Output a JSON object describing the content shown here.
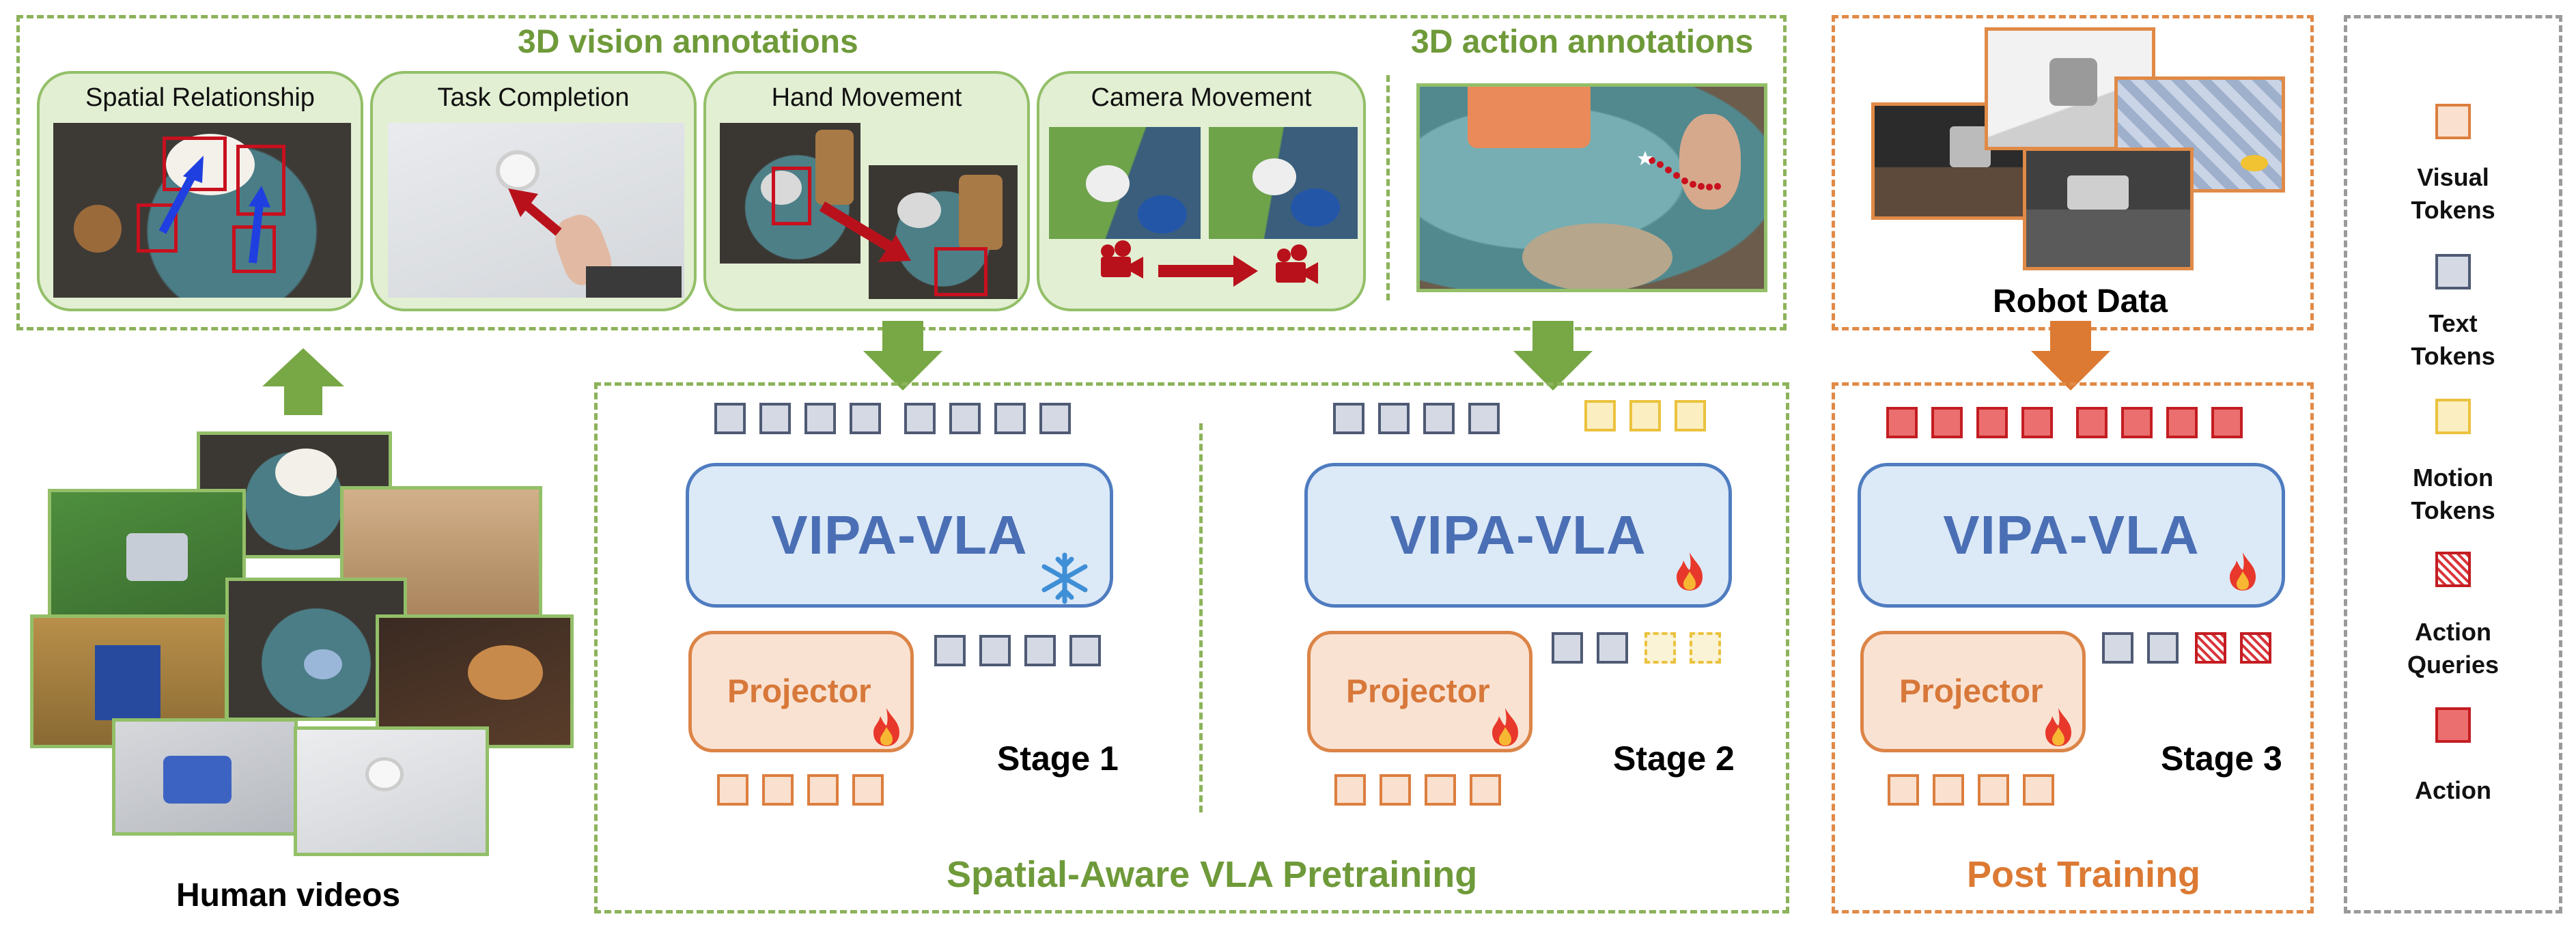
{
  "vision_annotations": {
    "title": "3D vision annotations",
    "cards": [
      "Spatial Relationship",
      "Task Completion",
      "Hand Movement",
      "Camera Movement"
    ]
  },
  "action_annotations": {
    "title": "3D action annotations"
  },
  "robot_data": {
    "label": "Robot Data"
  },
  "human_videos": {
    "label": "Human videos"
  },
  "pretraining": {
    "title": "Spatial-Aware VLA Pretraining",
    "model_label": "VIPA-VLA",
    "projector_label": "Projector",
    "stage1": "Stage 1",
    "stage2": "Stage 2"
  },
  "post_training": {
    "title": "Post Training",
    "model_label": "VIPA-VLA",
    "projector_label": "Projector",
    "stage3": "Stage 3"
  },
  "legend": {
    "visual": "Visual\nTokens",
    "text": "Text\nTokens",
    "motion": "Motion\nTokens",
    "queries": "Action\nQueries",
    "action": "Action"
  },
  "colors": {
    "green_accent": "#6f9a3a",
    "orange_accent": "#dc7a33",
    "model_blue": "#4a6fb4",
    "annotation_red": "#c8101e"
  }
}
